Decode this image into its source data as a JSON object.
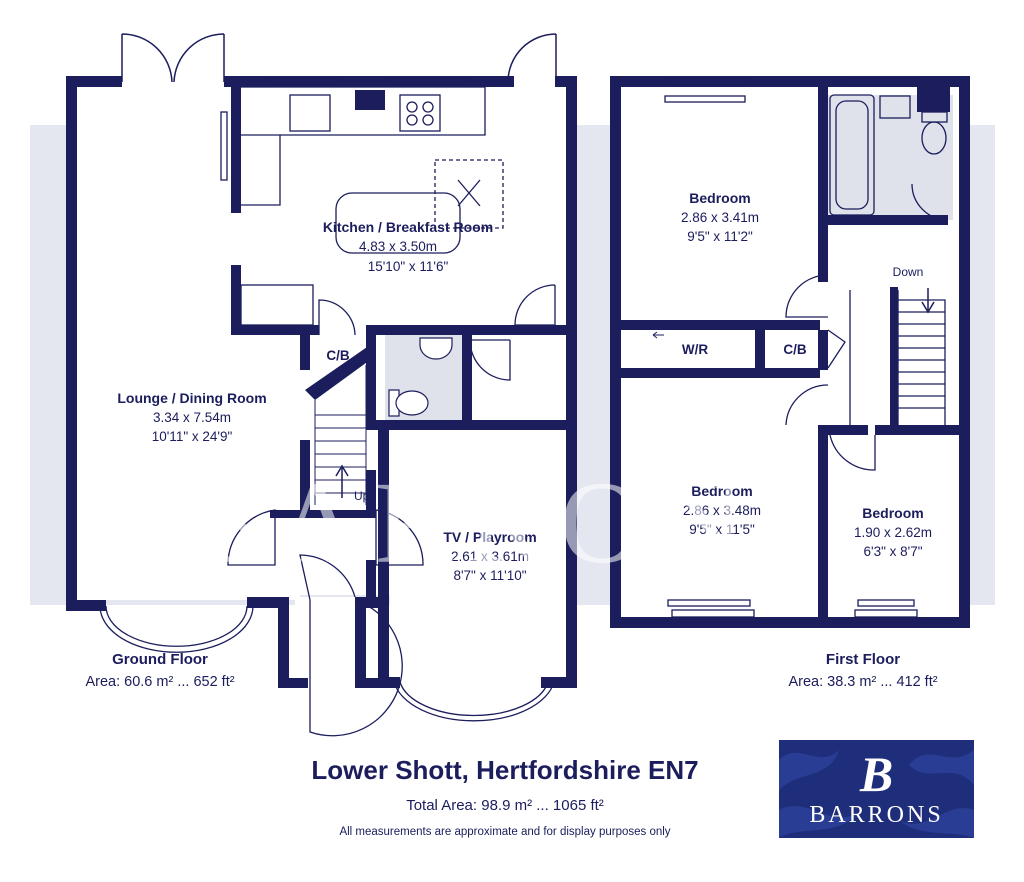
{
  "rooms": {
    "kitchen": {
      "name": "Kitchen / Breakfast Room",
      "metric": "4.83 x 3.50m",
      "imperial": "15'10\" x 11'6\""
    },
    "lounge": {
      "name": "Lounge / Dining Room",
      "metric": "3.34 x 7.54m",
      "imperial": "10'11\" x 24'9\""
    },
    "tv": {
      "name": "TV / Playroom",
      "metric": "2.61 x 3.61m",
      "imperial": "8'7\" x 11'10\""
    },
    "bedroom1": {
      "name": "Bedroom",
      "metric": "2.86 x 3.41m",
      "imperial": "9'5\" x 11'2\""
    },
    "bedroom2": {
      "name": "Bedroom",
      "metric": "2.86 x 3.48m",
      "imperial": "9'5\" x 11'5\""
    },
    "bedroom3": {
      "name": "Bedroom",
      "metric": "1.90 x 2.62m",
      "imperial": "6'3\" x 8'7\""
    }
  },
  "labels": {
    "cb_ground": "C/B",
    "cb_first": "C/B",
    "wr": "W/R",
    "up": "Up",
    "down": "Down"
  },
  "floors": {
    "ground": {
      "title": "Ground Floor",
      "area": "Area: 60.6 m² ... 652 ft²"
    },
    "first": {
      "title": "First Floor",
      "area": "Area: 38.3 m² ... 412 ft²"
    }
  },
  "footer": {
    "address": "Lower Shott, Hertfordshire EN7",
    "total_area": "Total Area: 98.9 m² ... 1065 ft²",
    "disclaimer": "All measurements are approximate and for display purposes only"
  },
  "logo": {
    "initial": "B",
    "name": "BARRONS"
  },
  "watermark": "BARRONS",
  "colors": {
    "wall": "#1b1d5c",
    "floor": "#eef0f5",
    "tile": "#dfe2ea",
    "band": "#e3e6ee",
    "logo_bg": "#1f2e7a"
  },
  "icons": [
    "sink-icon",
    "hob-icon",
    "bath-icon",
    "toilet-icon",
    "basin-icon",
    "skylight-icon",
    "radiator-icon"
  ]
}
